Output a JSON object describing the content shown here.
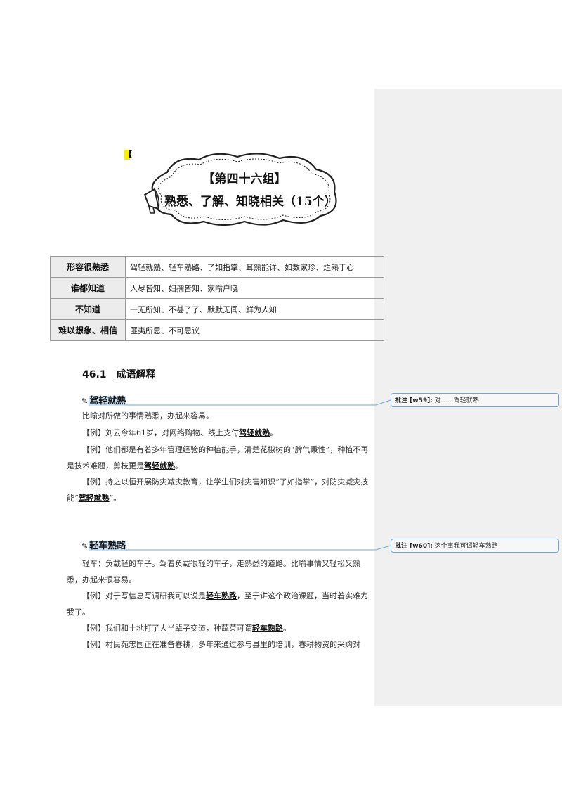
{
  "header": {
    "marker": "【",
    "title_line1": "【第四十六组】",
    "title_line2": "熟悉、了解、知晓相关（15个）"
  },
  "table": {
    "rows": [
      {
        "category": "形容很熟悉",
        "items": "驾轻就熟、轻车熟路、了如指掌、耳熟能详、如数家珍、烂熟于心"
      },
      {
        "category": "谁都知道",
        "items": "人尽皆知、妇孺皆知、家喻户晓"
      },
      {
        "category": "不知道",
        "items": "一无所知、不甚了了、默默无闻、鲜为人知"
      },
      {
        "category": "难以想象、相信",
        "items": "匪夷所思、不可思议"
      }
    ]
  },
  "section": {
    "heading": "46.1　成语解释"
  },
  "entries": [
    {
      "pen_icon": "✎",
      "title": "驾轻就熟",
      "definition": "比喻对所做的事情熟悉，办起来容易。",
      "examples": [
        {
          "pre": "【例】刘云今年61岁，对网络购物、线上支付",
          "kw": "驾轻就熟",
          "post": "。"
        },
        {
          "pre": "【例】他们都是有着多年管理经验的种植能手，清楚花椒树的“脾气秉性”，种植不再是技术难题，剪枝更是",
          "kw": "驾轻就熟",
          "post": "。"
        },
        {
          "pre": "【例】持之以恒开展防灾减灾教育，让学生们对灾害知识“了如指掌”，对防灾减灾技能“",
          "kw": "驾轻就熟",
          "post": "”。"
        }
      ]
    },
    {
      "pen_icon": "✎",
      "title": "轻车熟路",
      "definition": "轻车：负载轻的车子。驾着负载很轻的车子，走熟悉的道路。比喻事情又轻松又熟悉，办起来很容易。",
      "examples": [
        {
          "pre": "【例】对于写信息写调研我可以说是",
          "kw": "轻车熟路",
          "post": "，至于讲这个政治课题，当时着实难为我了。"
        },
        {
          "pre": "【例】我们和土地打了大半辈子交道，种蔬菜可谓",
          "kw": "轻车熟路",
          "post": "。"
        },
        {
          "pre": "【例】村民苑忠国正在准备春耕，多年来通过参与县里的培训，春耕物资的采购对",
          "kw": "",
          "post": ""
        }
      ]
    }
  ],
  "comments": [
    {
      "label": "批注 [w59]:",
      "text": " 对……驾轻就熟"
    },
    {
      "label": "批注 [w60]:",
      "text": " 这个事我可谓轻车熟路"
    }
  ],
  "colors": {
    "comment_pane": "#f0f0f0",
    "comment_border": "#6fa8dc",
    "highlight_yellow": "#f5f000",
    "title_highlight": "#c9dff3"
  }
}
